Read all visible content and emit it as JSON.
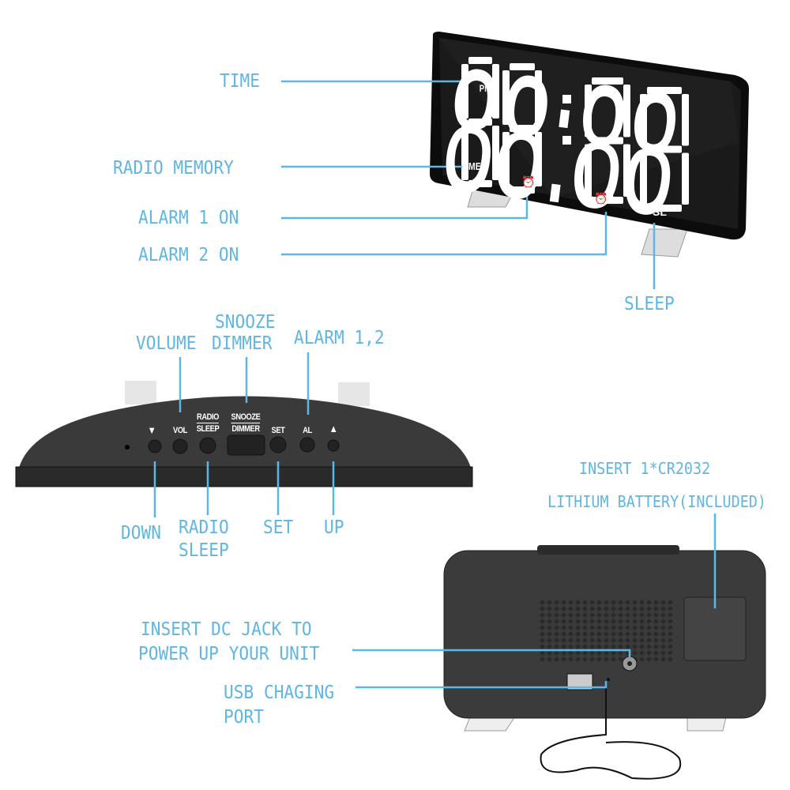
{
  "colors": {
    "label": "#5fb6e2",
    "device": "#2a2a2a",
    "display_segments": "#ffffff"
  },
  "front": {
    "display_digits": "88:88",
    "indicators": {
      "pm": "PM",
      "mem": "MEM",
      "alarm1": "1",
      "alarm2": "2",
      "sleep": "SL"
    },
    "callouts": {
      "time": "TIME",
      "radio_memory": "RADIO MEMORY",
      "alarm1_on": "ALARM 1 ON",
      "alarm2_on": "ALARM 2 ON",
      "sleep": "SLEEP"
    }
  },
  "top": {
    "buttons": {
      "down": "▼",
      "vol": "VOL",
      "radio": "RADIO",
      "sleep": "SLEEP",
      "snooze": "SNOOZE",
      "dimmer": "DIMMER",
      "set": "SET",
      "al": "AL",
      "up": "▲"
    },
    "callouts": {
      "volume": "VOLUME",
      "snooze": "SNOOZE",
      "dimmer": "DIMMER",
      "alarm12": "ALARM 1,2",
      "down": "DOWN",
      "radio": "RADIO",
      "sleep": "SLEEP",
      "set": "SET",
      "up": "UP"
    }
  },
  "back": {
    "callouts": {
      "battery1": "INSERT 1*CR2032",
      "battery2": "LITHIUM BATTERY(INCLUDED)",
      "dc1": "INSERT DC JACK TO",
      "dc2": "POWER UP YOUR UNIT",
      "usb1": "USB CHAGING",
      "usb2": "PORT"
    }
  }
}
